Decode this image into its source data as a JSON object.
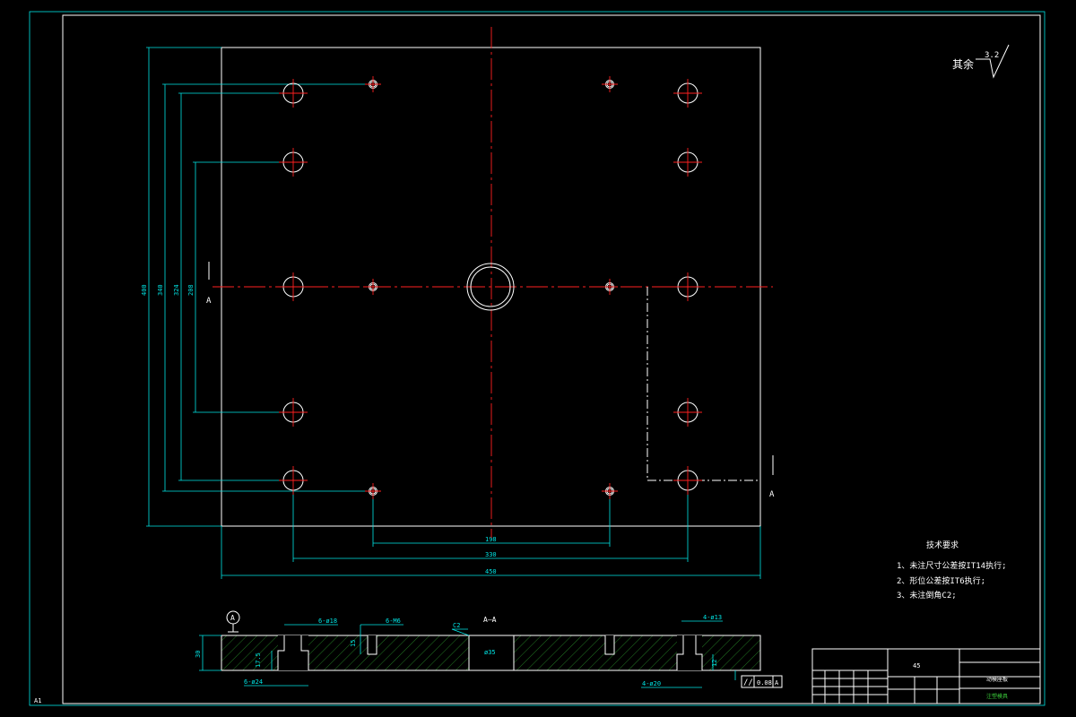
{
  "sheet": {
    "label": "A1"
  },
  "surface": {
    "label": "其余",
    "roughness": "3.2"
  },
  "section_marks": {
    "left": "A",
    "right": "A",
    "view_title": "A—A"
  },
  "dimensions": {
    "plan": {
      "d400": "400",
      "d340": "340",
      "d324": "324",
      "d208": "208",
      "d198": "198",
      "d330": "330",
      "d450": "450"
    },
    "section": {
      "h30": "30",
      "h15": "15",
      "h17_5": "17.5",
      "h12": "12",
      "c2": "C2",
      "bore": "ø35",
      "holes_18": "6-ø18",
      "holes_m6": "6-M6",
      "holes_24": "6-ø24",
      "holes_13": "4-ø13",
      "holes_20": "4-ø20"
    },
    "datum": "A",
    "tolerance": {
      "symbol": "//",
      "value": "0.08",
      "datum": "A"
    }
  },
  "notes": {
    "title": "技术要求",
    "items": [
      "1、未注尺寸公差按IT14执行;",
      "2、形位公差按IT6执行;",
      "3、未注倒角C2;"
    ]
  },
  "title_block": {
    "material": "45",
    "part": "动模座板",
    "sub": "注塑模具"
  }
}
